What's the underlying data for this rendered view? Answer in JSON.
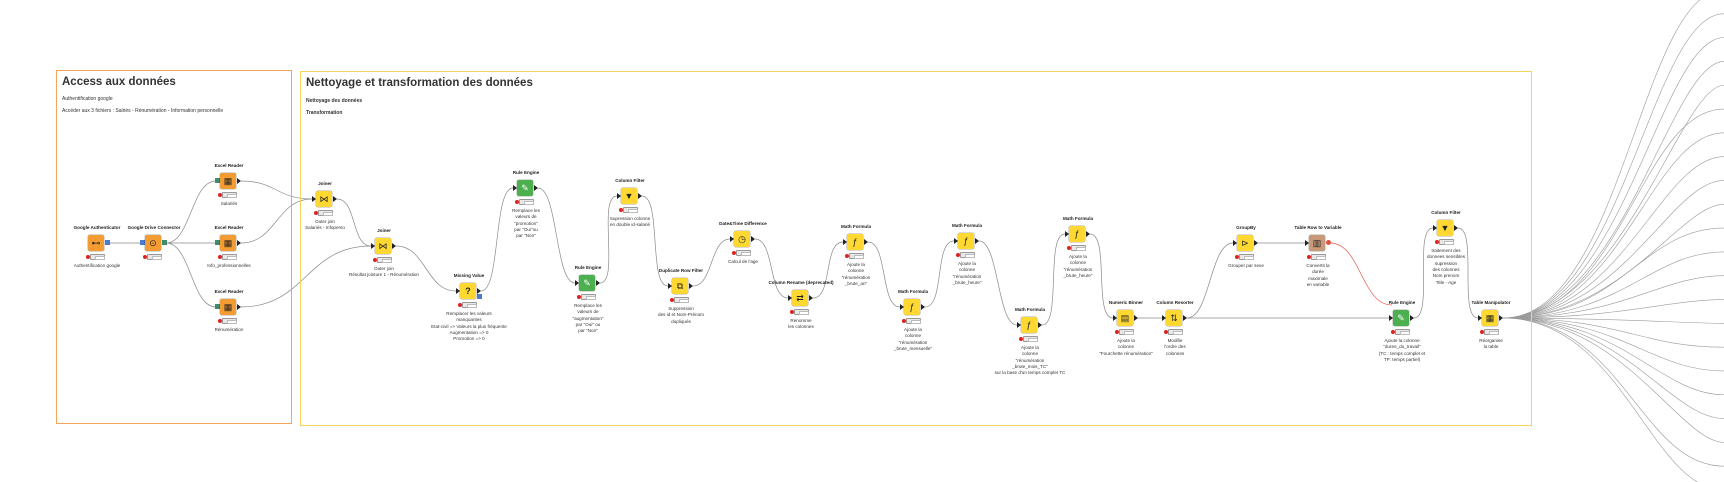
{
  "workspace": {
    "connection_color": "#808080",
    "variable_connection_color": "#e05a4a",
    "colors": {
      "source_node": "#f39c32",
      "manipulator_node": "#ffd932",
      "rule_engine_node": "#4caf50",
      "annotation_access_border": "#f5a45c",
      "annotation_transform_border": "#f4d55a"
    }
  },
  "annotations": {
    "access": {
      "title": "Access aux données",
      "lines": [
        "Authentification google",
        "Accéder aux 3 fichiers : Salriés - Rénumération - Information personnelle"
      ]
    },
    "transform": {
      "title": "Nettoyage et transformation des données",
      "lines": [
        "Nettoyage des données",
        "Transformation"
      ]
    }
  },
  "nodes": {
    "google_auth": {
      "title": "Google Authenticator",
      "icon": "key-icon",
      "description": "Authentification google"
    },
    "google_drive": {
      "title": "Google Drive Connector",
      "icon": "drive-icon",
      "description": ""
    },
    "excel_reader_1": {
      "title": "Excel Reader",
      "icon": "excel-icon",
      "description": "Salariés"
    },
    "excel_reader_2": {
      "title": "Excel Reader",
      "icon": "excel-icon",
      "description": "Info_professionnelles"
    },
    "excel_reader_3": {
      "title": "Excel Reader",
      "icon": "excel-icon",
      "description": "Rénumération"
    },
    "joiner_1": {
      "title": "Joiner",
      "icon": "join-icon",
      "description": "Outer join\nSalariés - Infoperso"
    },
    "joiner_2": {
      "title": "Joiner",
      "icon": "join-icon",
      "description": "Outer join\nRésultat jointure 1 - Rénumération"
    },
    "missing_value": {
      "title": "Missing Value",
      "icon": "question-icon",
      "description": "Remplacer les valeurs\nmanquantes\nEtat-civil => Valeurs la plus fréquente\nAugmentation => 0\nPromotion => 0"
    },
    "rule_engine_1": {
      "title": "Rule Engine",
      "icon": "rule-icon",
      "description_bold": "Remplace",
      "description": "Remplace les\nvaleurs de\n\"promotion\"\npar \"Oui\"ou\npar \"Non\""
    },
    "rule_engine_2": {
      "title": "Rule Engine",
      "icon": "rule-icon",
      "description": "Remplace les\nvaleurs de\n\"augmentation\"\npar \"Oui\" ou\npar \"Non\""
    },
    "column_filter_1": {
      "title": "Column Filter",
      "icon": "filter-icon",
      "description": "Supression colonne\nen double id-salarié"
    },
    "duplicate_row_filter": {
      "title": "Duplicate Row Filter",
      "icon": "duplicate-icon",
      "description": "Suppression\ndes id et Nom-Prénom\ndupliqués"
    },
    "datetime_diff": {
      "title": "Date&Time Difference",
      "icon": "clock-icon",
      "description": "Calcul de l'age"
    },
    "column_rename": {
      "title": "Column Rename (deprecated)",
      "icon": "rename-icon",
      "description": "Renomme\nles colonnes"
    },
    "math_formula_1": {
      "title": "Math Formula",
      "icon": "math-icon",
      "description": "Ajoute la\ncolonne\n\"rénumération\n_brute_an\""
    },
    "math_formula_2": {
      "title": "Math Formula",
      "icon": "math-icon",
      "description": "Ajoute la\ncolonne\n\"rénumération\n_brute_mensuelle\""
    },
    "math_formula_3": {
      "title": "Math Formula",
      "icon": "math-icon",
      "description": "Ajoute la\ncolonne\n\"rénumération\n_brute_heure\""
    },
    "math_formula_4": {
      "title": "Math Formula",
      "icon": "math-icon",
      "description": "Ajoute la\ncolonne\n\"rénumération\n_brute_mois_TC\"\nsur la base d'un temps complet TC"
    },
    "math_formula_5": {
      "title": "Math Formula",
      "icon": "math-icon",
      "description": "Ajoute la\ncolonne\n\"rénumération\n_brute_heure\""
    },
    "numeric_binner": {
      "title": "Numeric Binner",
      "icon": "binner-icon",
      "description": "Ajoute la\ncolonne\n\"Fourchette rénumération\""
    },
    "column_resorter": {
      "title": "Column Resorter",
      "icon": "resort-icon",
      "description": "Modifie\nl'ordre des\ncolonnes"
    },
    "groupby": {
      "title": "GroupBy",
      "icon": "groupby-icon",
      "description": "Grouper par sexe"
    },
    "table_row_to_variable": {
      "title": "Table Row to Variable",
      "icon": "variable-icon",
      "description": "Convertit la\ndurée\nmaximale\nen variable"
    },
    "rule_engine_3": {
      "title": "Rule Engine",
      "icon": "rule-icon",
      "description": "Ajoute la colonne\n\"duree_du_travail\"\n(TC : temps complet et\nTP: temps partiel)"
    },
    "column_filter_2": {
      "title": "Column Filter",
      "icon": "filter-icon",
      "description": "traitement des\ndonnees sensibles\nsupression\ndes colonnes\nNom prenom\nTitle - Age"
    },
    "table_manipulator": {
      "title": "Table Manipulator",
      "icon": "table-icon",
      "description": "Réorganise\nla table"
    }
  }
}
